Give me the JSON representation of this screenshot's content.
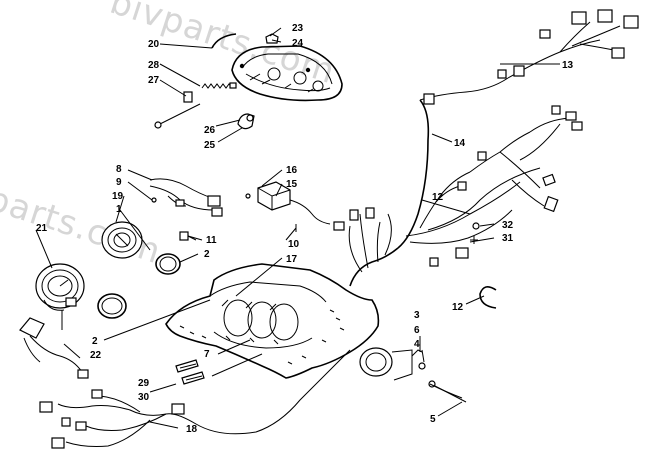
{
  "watermark": "bivparts.com",
  "callouts": [
    {
      "id": "c1",
      "text": "1"
    },
    {
      "id": "c2a",
      "text": "2"
    },
    {
      "id": "c2b",
      "text": "2"
    },
    {
      "id": "c3",
      "text": "3"
    },
    {
      "id": "c4",
      "text": "4"
    },
    {
      "id": "c5",
      "text": "5"
    },
    {
      "id": "c6",
      "text": "6"
    },
    {
      "id": "c7",
      "text": "7"
    },
    {
      "id": "c8",
      "text": "8"
    },
    {
      "id": "c9",
      "text": "9"
    },
    {
      "id": "c10",
      "text": "10"
    },
    {
      "id": "c11",
      "text": "11"
    },
    {
      "id": "c12a",
      "text": "12"
    },
    {
      "id": "c12b",
      "text": "12"
    },
    {
      "id": "c13",
      "text": "13"
    },
    {
      "id": "c14",
      "text": "14"
    },
    {
      "id": "c15",
      "text": "15"
    },
    {
      "id": "c16",
      "text": "16"
    },
    {
      "id": "c17",
      "text": "17"
    },
    {
      "id": "c18",
      "text": "18"
    },
    {
      "id": "c19",
      "text": "19"
    },
    {
      "id": "c20",
      "text": "20"
    },
    {
      "id": "c21",
      "text": "21"
    },
    {
      "id": "c22",
      "text": "22"
    },
    {
      "id": "c23",
      "text": "23"
    },
    {
      "id": "c24",
      "text": "24"
    },
    {
      "id": "c25",
      "text": "25"
    },
    {
      "id": "c26",
      "text": "26"
    },
    {
      "id": "c27",
      "text": "27"
    },
    {
      "id": "c28",
      "text": "28"
    },
    {
      "id": "c29",
      "text": "29"
    },
    {
      "id": "c30",
      "text": "30"
    },
    {
      "id": "c31",
      "text": "31"
    },
    {
      "id": "c32",
      "text": "32"
    }
  ]
}
